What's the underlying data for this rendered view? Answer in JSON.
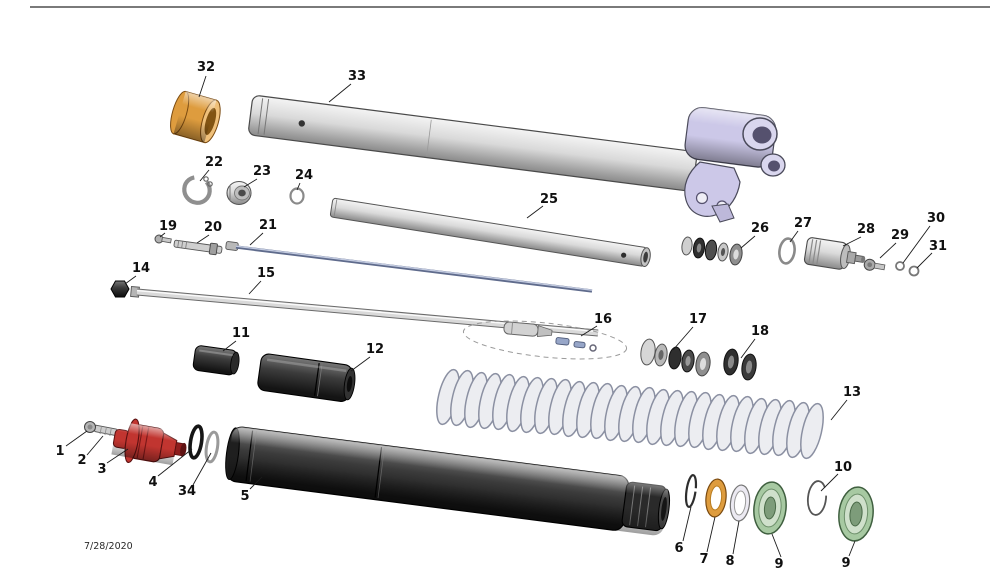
{
  "page": {
    "date_stamp": "7/28/2020",
    "callouts": {
      "n1": "1",
      "n2": "2",
      "n3": "3",
      "n4": "4",
      "n5": "5",
      "n6": "6",
      "n7": "7",
      "n8": "8",
      "n9a": "9",
      "n9b": "9",
      "n10": "10",
      "n11": "11",
      "n12": "12",
      "n13": "13",
      "n14": "14",
      "n15": "15",
      "n16": "16",
      "n17": "17",
      "n18": "18",
      "n19": "19",
      "n20": "20",
      "n21": "21",
      "n22": "22",
      "n23": "23",
      "n24": "24",
      "n25": "25",
      "n26": "26",
      "n27": "27",
      "n28": "28",
      "n29": "29",
      "n30": "30",
      "n31": "31",
      "n32": "32",
      "n33": "33",
      "n34": "34"
    },
    "colors": {
      "bushing_orange": "#DE9C3E",
      "anodized_red": "#C13530",
      "seal_green": "#A7C9A2",
      "casting_lavender": "#CCC8E8",
      "tube_gray": "#D8D8D8",
      "dark_gray": "#2F2F2F",
      "rod_blue": "#97A6C8",
      "spring_gray": "#ECEDF1"
    }
  }
}
